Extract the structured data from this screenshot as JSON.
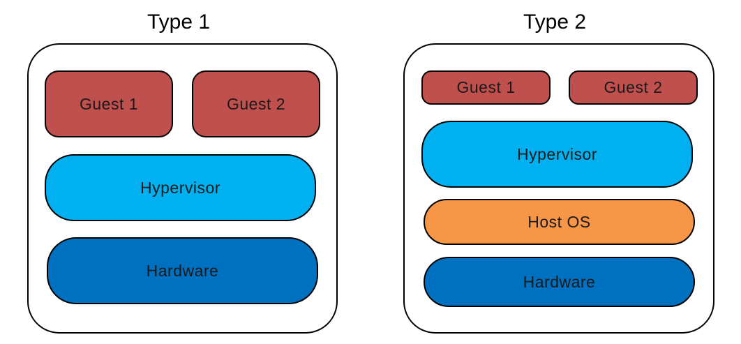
{
  "colors": {
    "guest": "#C0504D",
    "hypervisor": "#00B0F0",
    "host_os": "#F79646",
    "hardware": "#0070C0",
    "frame_border": "#000000"
  },
  "panels": [
    {
      "title": "Type 1",
      "layers": [
        "Guest 1",
        "Guest 2",
        "Hypervisor",
        "Hardware"
      ]
    },
    {
      "title": "Type 2",
      "layers": [
        "Guest 1",
        "Guest 2",
        "Hypervisor",
        "Host OS",
        "Hardware"
      ]
    }
  ]
}
